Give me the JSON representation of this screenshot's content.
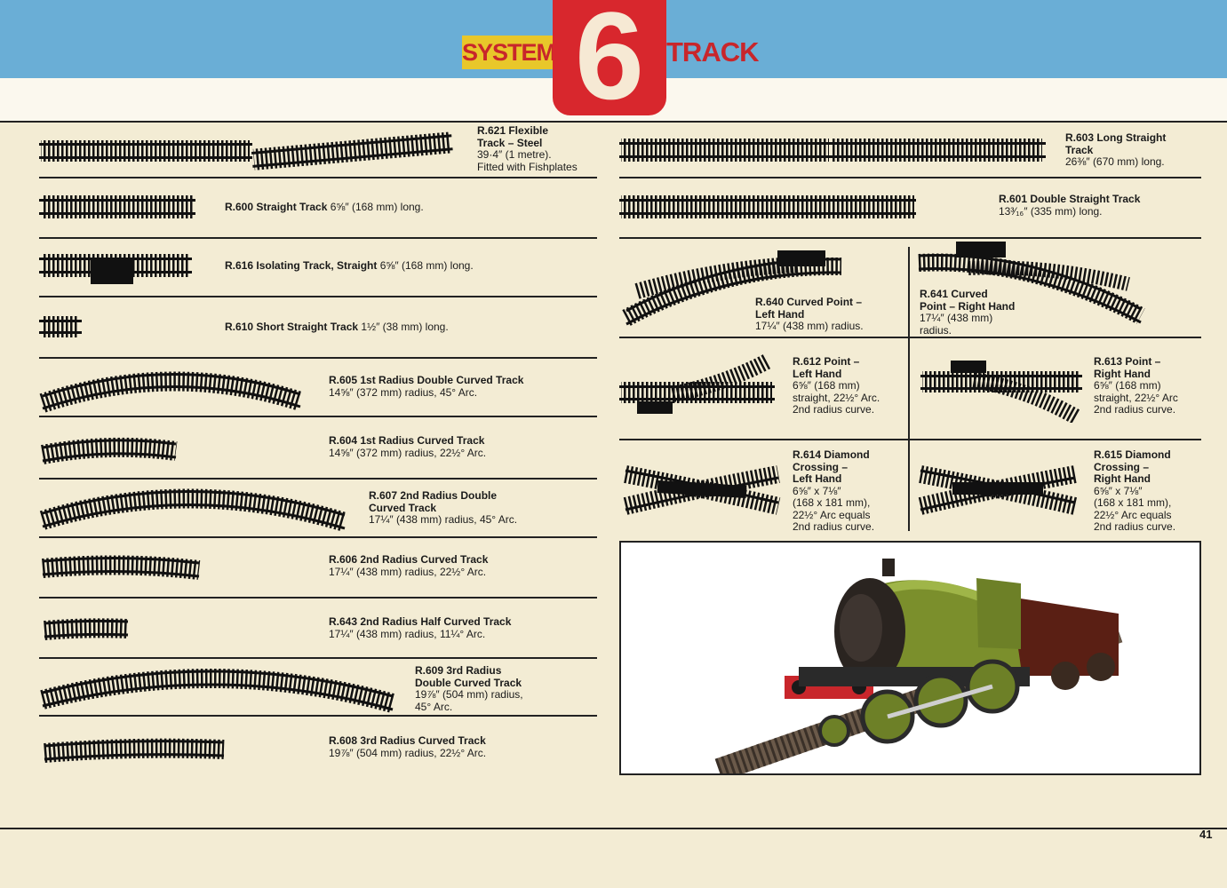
{
  "header": {
    "left": "SYSTEM",
    "center": "6",
    "right": "TRACK",
    "colors": {
      "band": "#6aaed6",
      "red": "#d8272d",
      "yellow": "#e8c72a"
    }
  },
  "items": [
    {
      "code": "R.621 Flexible",
      "desc": "Track – Steel",
      "l3": "39·4″ (1 metre).",
      "l4": "Fitted with Fishplates"
    },
    {
      "code": "R.600 Straight Track",
      "desc": "6⅝″ (168 mm) long."
    },
    {
      "code": "R.616 Isolating Track, Straight",
      "desc": "6⅝″ (168 mm) long."
    },
    {
      "code": "R.610 Short Straight Track",
      "desc": "1½″ (38 mm) long."
    },
    {
      "code": "R.605 1st Radius Double Curved Track",
      "desc": "14⅝″ (372 mm) radius, 45° Arc."
    },
    {
      "code": "R.604 1st Radius Curved Track",
      "desc": "14⅝″ (372 mm) radius, 22½° Arc."
    },
    {
      "code": "R.607 2nd Radius Double",
      "desc": "Curved Track",
      "l3": "17¼″ (438 mm) radius, 45° Arc."
    },
    {
      "code": "R.606 2nd Radius Curved Track",
      "desc": "17¼″ (438 mm) radius, 22½° Arc."
    },
    {
      "code": "R.643 2nd Radius Half Curved Track",
      "desc": "17¼″ (438 mm) radius, 11¼° Arc."
    },
    {
      "code": "R.609 3rd Radius",
      "desc": "Double Curved Track",
      "l3": "19⅞″ (504 mm) radius,",
      "l4": "45° Arc."
    },
    {
      "code": "R.608 3rd Radius Curved Track",
      "desc": "19⅞″ (504 mm) radius, 22½° Arc."
    }
  ],
  "right_items": [
    {
      "code": "R.603 Long Straight",
      "desc": "Track",
      "l3": "26⅜″ (670 mm) long."
    },
    {
      "code": "R.601 Double Straight Track",
      "desc": "13³⁄₁₆″ (335 mm) long."
    },
    {
      "code": "R.640 Curved Point –",
      "desc": "Left Hand",
      "l3": "17¼″ (438 mm) radius."
    },
    {
      "code": "R.641 Curved",
      "desc": "Point – Right Hand",
      "l3": "17¼″ (438 mm)",
      "l4": "radius."
    },
    {
      "code": "R.612 Point –",
      "desc": "Left Hand",
      "l3": "6⅝″ (168 mm)",
      "l4": "straight, 22½° Arc.",
      "l5": "2nd radius curve."
    },
    {
      "code": "R.613 Point –",
      "desc": "Right Hand",
      "l3": "6⅝″ (168 mm)",
      "l4": "straight, 22½° Arc",
      "l5": "2nd radius curve."
    },
    {
      "code": "R.614 Diamond",
      "desc": "Crossing –",
      "l3": "Left Hand",
      "l4": "6⅝″ x 7⅛″",
      "l5": "(168 x 181 mm),",
      "l6": "22½° Arc equals",
      "l7": "2nd radius curve."
    },
    {
      "code": "R.615 Diamond",
      "desc": "Crossing –",
      "l3": "Right Hand",
      "l4": "6⅝″ x 7⅛″",
      "l5": "(168 x 181 mm),",
      "l6": "22½° Arc equals",
      "l7": "2nd radius curve."
    }
  ],
  "page_number": "41"
}
